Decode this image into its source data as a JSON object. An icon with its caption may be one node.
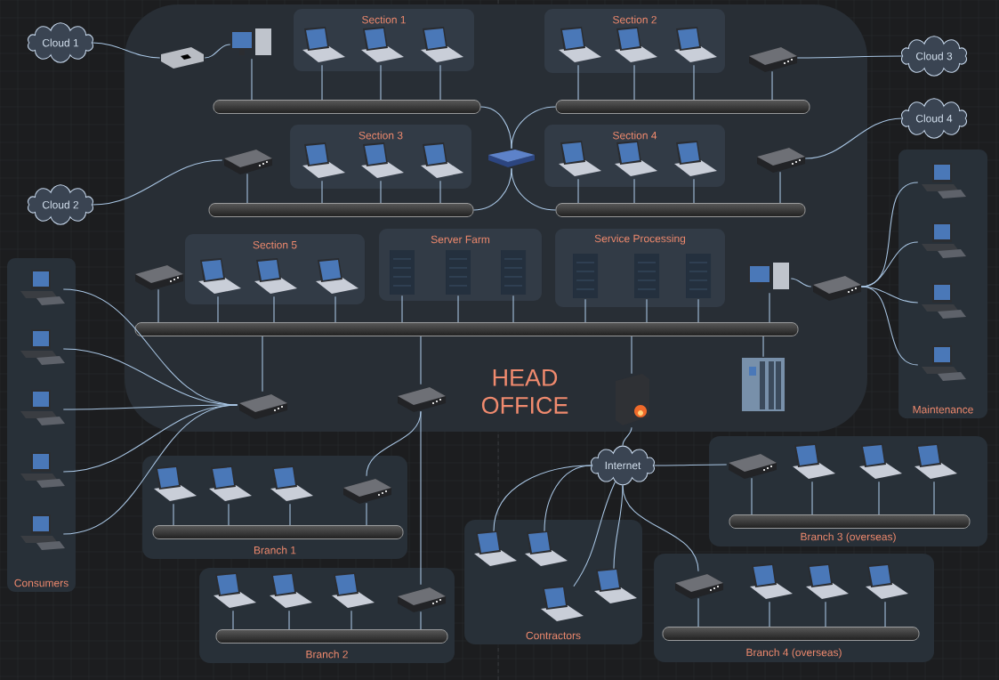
{
  "diagram": {
    "nodes": [
      {
        "text": [
          "HEAD OFFICE"
        ]
      },
      {
        "text": [
          "Section 1"
        ],
        "in": 0
      },
      {
        "text": [
          "Section 2"
        ],
        "in": 0
      },
      {
        "text": [
          "Section 3"
        ],
        "in": 0
      },
      {
        "text": [
          "Section 4"
        ],
        "in": 0
      },
      {
        "text": [
          "Section 5"
        ],
        "in": 0
      },
      {
        "text": [
          "Server Farm"
        ],
        "in": 0
      },
      {
        "text": [
          "Service Processing"
        ],
        "in": 0
      },
      {
        "text": [
          "Consumers"
        ]
      },
      {
        "text": [
          "Maintenance"
        ]
      },
      {
        "text": [
          "Branch 1"
        ]
      },
      {
        "text": [
          "Branch 2"
        ]
      },
      {
        "text": [
          "Contractors"
        ]
      },
      {
        "text": [
          "Branch 3 (overseas)"
        ]
      },
      {
        "text": [
          "Branch 4 (overseas)"
        ]
      },
      {
        "text": [
          "Cloud 1"
        ]
      },
      {
        "text": [
          "Cloud 2"
        ]
      },
      {
        "text": [
          "Cloud 3"
        ]
      },
      {
        "text": [
          "Cloud 4"
        ]
      },
      {
        "text": [
          "Internet"
        ]
      },
      {
        "text": [],
        "shape": "modem",
        "in": 0
      },
      {
        "text": [],
        "shape": "computer",
        "in": 0
      },
      {
        "text": [],
        "shape": "laptop",
        "in": 1
      },
      {
        "text": [],
        "shape": "laptop",
        "in": 1
      },
      {
        "text": [],
        "shape": "laptop",
        "in": 1
      },
      {
        "text": [],
        "shape": "laptop",
        "in": 2
      },
      {
        "text": [],
        "shape": "laptop",
        "in": 2
      },
      {
        "text": [],
        "shape": "laptop",
        "in": 2
      },
      {
        "text": [],
        "shape": "router",
        "in": 0
      },
      {
        "text": [],
        "shape": "cylinder",
        "in": 0
      },
      {
        "text": [],
        "shape": "cylinder",
        "in": 0
      },
      {
        "text": [],
        "shape": "switch",
        "in": 0
      },
      {
        "text": [],
        "shape": "router",
        "in": 0
      },
      {
        "text": [],
        "shape": "laptop",
        "in": 3
      },
      {
        "text": [],
        "shape": "laptop",
        "in": 3
      },
      {
        "text": [],
        "shape": "laptop",
        "in": 3
      },
      {
        "text": [],
        "shape": "laptop",
        "in": 4
      },
      {
        "text": [],
        "shape": "laptop",
        "in": 4
      },
      {
        "text": [],
        "shape": "laptop",
        "in": 4
      },
      {
        "text": [],
        "shape": "router",
        "in": 0
      },
      {
        "text": [],
        "shape": "cylinder",
        "in": 0
      },
      {
        "text": [],
        "shape": "cylinder",
        "in": 0
      },
      {
        "text": [],
        "shape": "router",
        "in": 0
      },
      {
        "text": [],
        "shape": "laptop",
        "in": 5
      },
      {
        "text": [],
        "shape": "laptop",
        "in": 5
      },
      {
        "text": [],
        "shape": "laptop",
        "in": 5
      },
      {
        "text": [],
        "shape": "server",
        "in": 6
      },
      {
        "text": [],
        "shape": "server",
        "in": 6
      },
      {
        "text": [],
        "shape": "server",
        "in": 6
      },
      {
        "text": [],
        "shape": "server",
        "in": 7
      },
      {
        "text": [],
        "shape": "server",
        "in": 7
      },
      {
        "text": [],
        "shape": "server",
        "in": 7
      },
      {
        "text": [],
        "shape": "computer",
        "in": 0
      },
      {
        "text": [],
        "shape": "router",
        "in": 0
      },
      {
        "text": [],
        "shape": "cylinder",
        "in": 0
      },
      {
        "text": [],
        "shape": "router",
        "in": 0
      },
      {
        "text": [],
        "shape": "router",
        "in": 0
      },
      {
        "text": [],
        "shape": "firewall",
        "in": 0
      },
      {
        "text": [],
        "shape": "mainframe",
        "in": 0
      },
      {
        "text": [],
        "shape": "desktop",
        "in": 8
      },
      {
        "text": [],
        "shape": "desktop",
        "in": 8
      },
      {
        "text": [],
        "shape": "desktop",
        "in": 8
      },
      {
        "text": [],
        "shape": "desktop",
        "in": 8
      },
      {
        "text": [],
        "shape": "desktop",
        "in": 8
      },
      {
        "text": [],
        "shape": "desktop",
        "in": 9
      },
      {
        "text": [],
        "shape": "desktop",
        "in": 9
      },
      {
        "text": [],
        "shape": "desktop",
        "in": 9
      },
      {
        "text": [],
        "shape": "desktop",
        "in": 9
      },
      {
        "text": [],
        "shape": "laptop",
        "in": 10
      },
      {
        "text": [],
        "shape": "laptop",
        "in": 10
      },
      {
        "text": [],
        "shape": "laptop",
        "in": 10
      },
      {
        "text": [],
        "shape": "router",
        "in": 10
      },
      {
        "text": [],
        "shape": "cylinder",
        "in": 10
      },
      {
        "text": [],
        "shape": "laptop",
        "in": 11
      },
      {
        "text": [],
        "shape": "laptop",
        "in": 11
      },
      {
        "text": [],
        "shape": "laptop",
        "in": 11
      },
      {
        "text": [],
        "shape": "router",
        "in": 11
      },
      {
        "text": [],
        "shape": "cylinder",
        "in": 11
      },
      {
        "text": [],
        "shape": "laptop",
        "in": 12
      },
      {
        "text": [],
        "shape": "laptop",
        "in": 12
      },
      {
        "text": [],
        "shape": "laptop",
        "in": 12
      },
      {
        "text": [],
        "shape": "laptop",
        "in": 12
      },
      {
        "text": [],
        "shape": "router",
        "in": 13
      },
      {
        "text": [],
        "shape": "laptop",
        "in": 13
      },
      {
        "text": [],
        "shape": "laptop",
        "in": 13
      },
      {
        "text": [],
        "shape": "laptop",
        "in": 13
      },
      {
        "text": [],
        "shape": "cylinder",
        "in": 13
      },
      {
        "text": [],
        "shape": "router",
        "in": 14
      },
      {
        "text": [],
        "shape": "laptop",
        "in": 14
      },
      {
        "text": [],
        "shape": "laptop",
        "in": 14
      },
      {
        "text": [],
        "shape": "laptop",
        "in": 14
      },
      {
        "text": [],
        "shape": "cylinder",
        "in": 14
      }
    ],
    "edges": [
      {
        "from": 15,
        "to": 20,
        "arrow": "none"
      },
      {
        "from": 20,
        "to": 21,
        "arrow": "none"
      },
      {
        "from": 21,
        "to": 29,
        "arrow": "none"
      },
      {
        "from": 22,
        "to": 29,
        "arrow": "none"
      },
      {
        "from": 23,
        "to": 29,
        "arrow": "none"
      },
      {
        "from": 24,
        "to": 29,
        "arrow": "none"
      },
      {
        "from": 25,
        "to": 30,
        "arrow": "none"
      },
      {
        "from": 26,
        "to": 30,
        "arrow": "none"
      },
      {
        "from": 27,
        "to": 30,
        "arrow": "none"
      },
      {
        "from": 28,
        "to": 30,
        "arrow": "none"
      },
      {
        "from": 28,
        "to": 17,
        "arrow": "none"
      },
      {
        "from": 31,
        "to": 29,
        "arrow": "none"
      },
      {
        "from": 31,
        "to": 30,
        "arrow": "none"
      },
      {
        "from": 31,
        "to": 40,
        "arrow": "none"
      },
      {
        "from": 31,
        "to": 41,
        "arrow": "none"
      },
      {
        "from": 16,
        "to": 32,
        "arrow": "none"
      },
      {
        "from": 32,
        "to": 40,
        "arrow": "none"
      },
      {
        "from": 33,
        "to": 40,
        "arrow": "none"
      },
      {
        "from": 34,
        "to": 40,
        "arrow": "none"
      },
      {
        "from": 35,
        "to": 40,
        "arrow": "none"
      },
      {
        "from": 36,
        "to": 41,
        "arrow": "none"
      },
      {
        "from": 37,
        "to": 41,
        "arrow": "none"
      },
      {
        "from": 38,
        "to": 41,
        "arrow": "none"
      },
      {
        "from": 39,
        "to": 41,
        "arrow": "none"
      },
      {
        "from": 39,
        "to": 18,
        "arrow": "none"
      },
      {
        "from": 42,
        "to": 54,
        "arrow": "none"
      },
      {
        "from": 43,
        "to": 54,
        "arrow": "none"
      },
      {
        "from": 44,
        "to": 54,
        "arrow": "none"
      },
      {
        "from": 45,
        "to": 54,
        "arrow": "none"
      },
      {
        "from": 46,
        "to": 54,
        "arrow": "none"
      },
      {
        "from": 47,
        "to": 54,
        "arrow": "none"
      },
      {
        "from": 48,
        "to": 54,
        "arrow": "none"
      },
      {
        "from": 49,
        "to": 54,
        "arrow": "none"
      },
      {
        "from": 50,
        "to": 54,
        "arrow": "none"
      },
      {
        "from": 51,
        "to": 54,
        "arrow": "none"
      },
      {
        "from": 52,
        "to": 54,
        "arrow": "none"
      },
      {
        "from": 54,
        "to": 55,
        "arrow": "none"
      },
      {
        "from": 54,
        "to": 56,
        "arrow": "none"
      },
      {
        "from": 54,
        "to": 57,
        "arrow": "none"
      },
      {
        "from": 54,
        "to": 58,
        "arrow": "none"
      },
      {
        "from": 52,
        "to": 53,
        "arrow": "none"
      },
      {
        "from": 53,
        "to": 64,
        "arrow": "none"
      },
      {
        "from": 53,
        "to": 65,
        "arrow": "none"
      },
      {
        "from": 53,
        "to": 66,
        "arrow": "none"
      },
      {
        "from": 53,
        "to": 67,
        "arrow": "none"
      },
      {
        "from": 59,
        "to": 55,
        "arrow": "none"
      },
      {
        "from": 60,
        "to": 55,
        "arrow": "none"
      },
      {
        "from": 61,
        "to": 55,
        "arrow": "none"
      },
      {
        "from": 62,
        "to": 55,
        "arrow": "none"
      },
      {
        "from": 63,
        "to": 55,
        "arrow": "none"
      },
      {
        "from": 56,
        "to": 71,
        "arrow": "none"
      },
      {
        "from": 56,
        "to": 76,
        "arrow": "none"
      },
      {
        "from": 68,
        "to": 72,
        "arrow": "none"
      },
      {
        "from": 69,
        "to": 72,
        "arrow": "none"
      },
      {
        "from": 70,
        "to": 72,
        "arrow": "none"
      },
      {
        "from": 71,
        "to": 72,
        "arrow": "none"
      },
      {
        "from": 73,
        "to": 77,
        "arrow": "none"
      },
      {
        "from": 74,
        "to": 77,
        "arrow": "none"
      },
      {
        "from": 75,
        "to": 77,
        "arrow": "none"
      },
      {
        "from": 76,
        "to": 77,
        "arrow": "none"
      },
      {
        "from": 57,
        "to": 19,
        "arrow": "none"
      },
      {
        "from": 19,
        "to": 78,
        "arrow": "none"
      },
      {
        "from": 19,
        "to": 79,
        "arrow": "none"
      },
      {
        "from": 19,
        "to": 80,
        "arrow": "none"
      },
      {
        "from": 19,
        "to": 81,
        "arrow": "none"
      },
      {
        "from": 19,
        "to": 82,
        "arrow": "none"
      },
      {
        "from": 19,
        "to": 87,
        "arrow": "none"
      },
      {
        "from": 82,
        "to": 86,
        "arrow": "none"
      },
      {
        "from": 83,
        "to": 86,
        "arrow": "none"
      },
      {
        "from": 84,
        "to": 86,
        "arrow": "none"
      },
      {
        "from": 85,
        "to": 86,
        "arrow": "none"
      },
      {
        "from": 87,
        "to": 91,
        "arrow": "none"
      },
      {
        "from": 88,
        "to": 91,
        "arrow": "none"
      },
      {
        "from": 89,
        "to": 91,
        "arrow": "none"
      },
      {
        "from": 90,
        "to": 91,
        "arrow": "none"
      }
    ]
  }
}
